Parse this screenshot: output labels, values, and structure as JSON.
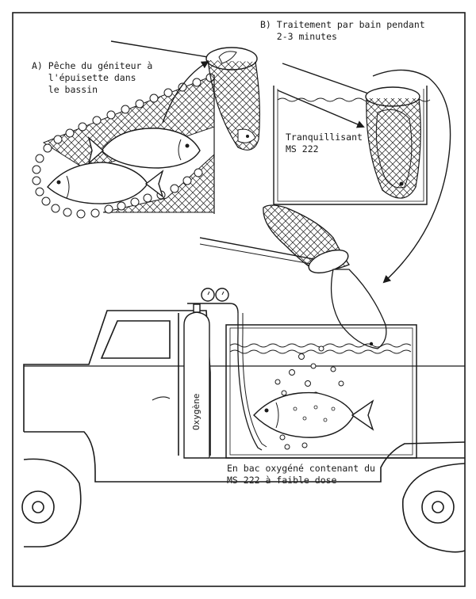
{
  "labels": {
    "step_a": "A) Pêche du géniteur à\n   l'épuisette dans\n   le bassin",
    "step_b": "B) Traitement par bain pendant\n   2-3 minutes",
    "tranquillizer": "Tranquillisant\nMS 222",
    "oxygen": "Oxygène",
    "tank": "En bac oxygéné contenant du\nMS 222 à faible dose"
  },
  "colors": {
    "ink": "#1a1a1a",
    "paper": "#ffffff"
  }
}
